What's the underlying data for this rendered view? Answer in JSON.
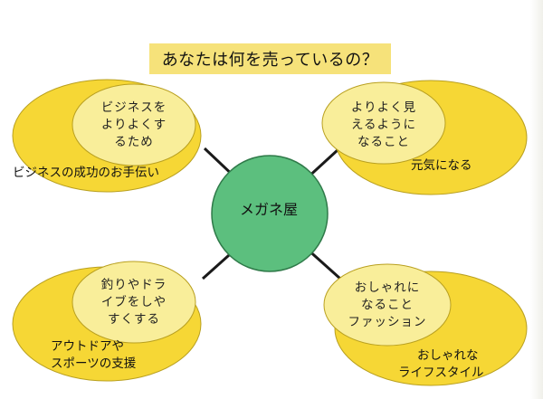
{
  "title": "あなたは何を売っているの？",
  "center": {
    "label": "メガネ屋"
  },
  "nodes": [
    {
      "id": "top-left",
      "outer": "ビジネスの成功のお手伝い",
      "inner": [
        "ビジネスを",
        "よりよくす",
        "るため"
      ]
    },
    {
      "id": "top-right",
      "outer": "元気になる",
      "inner": [
        "よりよく見",
        "えるように",
        "なること"
      ]
    },
    {
      "id": "bottom-left",
      "outer": [
        "アウトドアや",
        "スポーツの支援"
      ],
      "inner": [
        "釣りやドラ",
        "イブをしや",
        "すくする"
      ]
    },
    {
      "id": "bottom-right",
      "outer": [
        "おしゃれな",
        "ライフスタイル"
      ],
      "inner": [
        "おしゃれに",
        "なること",
        "ファッション"
      ]
    }
  ],
  "colors": {
    "title_bg": "#f6e27a",
    "outer_fill": "#f6d735",
    "inner_fill": "#f9ee9a",
    "center_fill": "#5cbf7e",
    "connector": "#1a1a1a"
  }
}
